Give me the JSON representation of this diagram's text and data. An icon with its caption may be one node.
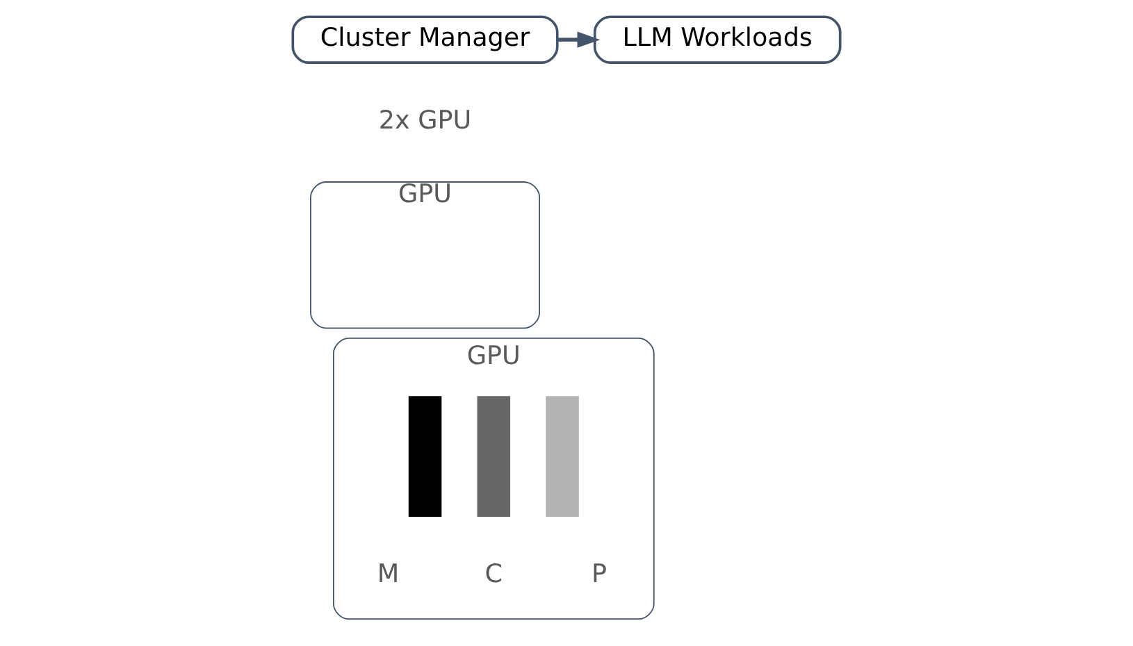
{
  "diagram": {
    "nodes": [
      {
        "text": [
          "Cluster Manager"
        ]
      },
      {
        "text": [
          "LLM Workloads"
        ]
      },
      {
        "text": [
          "GPU"
        ]
      },
      {
        "text": [
          "GPU"
        ]
      },
      {
        "text": [],
        "shape": "bar",
        "in": 3,
        "beside": [
          "M"
        ]
      },
      {
        "text": [],
        "shape": "bar",
        "in": 3,
        "beside": [
          "C"
        ]
      },
      {
        "text": [],
        "shape": "bar",
        "in": 3,
        "beside": [
          "P"
        ]
      }
    ],
    "edges": [
      {
        "from": 0,
        "to": 1,
        "arrow": "to"
      }
    ],
    "labels": [
      "2x GPU"
    ]
  }
}
